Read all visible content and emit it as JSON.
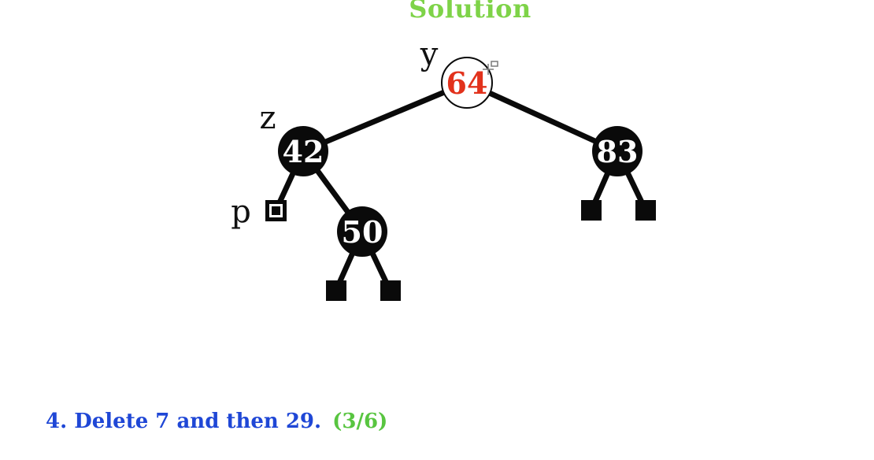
{
  "title": "Solution",
  "colors": {
    "title": "#7ed348",
    "red_key": "#e2321c",
    "black_node": "#0a0a0a",
    "task_text": "#1f47d6",
    "progress_text": "#58c540"
  },
  "tree": {
    "root": {
      "key": "64",
      "color": "red",
      "label": "y"
    },
    "left_child": {
      "key": "42",
      "color": "black",
      "label": "z"
    },
    "right_child": {
      "key": "83",
      "color": "black"
    },
    "left_right_child": {
      "key": "50",
      "color": "black"
    },
    "left_left_child": {
      "kind": "double-black-nil",
      "label": "p"
    },
    "nil_leaves": 4
  },
  "task": {
    "text": "4. Delete 7 and then 29.",
    "progress": "(3/6)"
  }
}
